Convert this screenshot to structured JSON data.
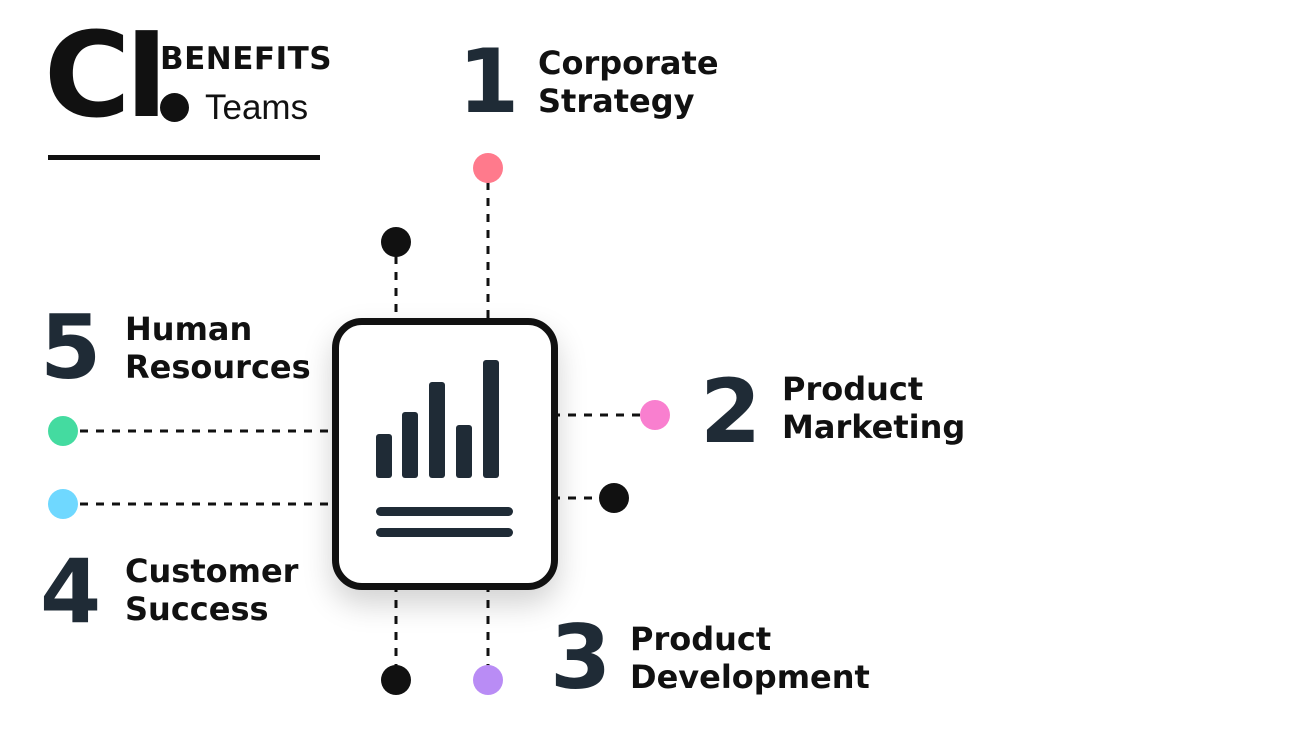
{
  "logo": {
    "mark": "CI",
    "title": "BENEFITS",
    "subtitle": "Teams"
  },
  "teams": [
    {
      "number": "1",
      "line1": "Corporate",
      "line2": "Strategy",
      "dot_color": "#ff7a8c"
    },
    {
      "number": "2",
      "line1": "Product",
      "line2": "Marketing",
      "dot_color": "#f97fcf"
    },
    {
      "number": "3",
      "line1": "Product",
      "line2": "Development",
      "dot_color": "#b98cf5"
    },
    {
      "number": "4",
      "line1": "Customer",
      "line2": "Success",
      "dot_color": "#6fd8ff"
    },
    {
      "number": "5",
      "line1": "Human",
      "line2": "Resources",
      "dot_color": "#44dba0"
    }
  ],
  "colors": {
    "ink": "#1f2b36",
    "black_dot": "#111111",
    "card_border": "#111111"
  },
  "center_icon": "chart-document-icon"
}
